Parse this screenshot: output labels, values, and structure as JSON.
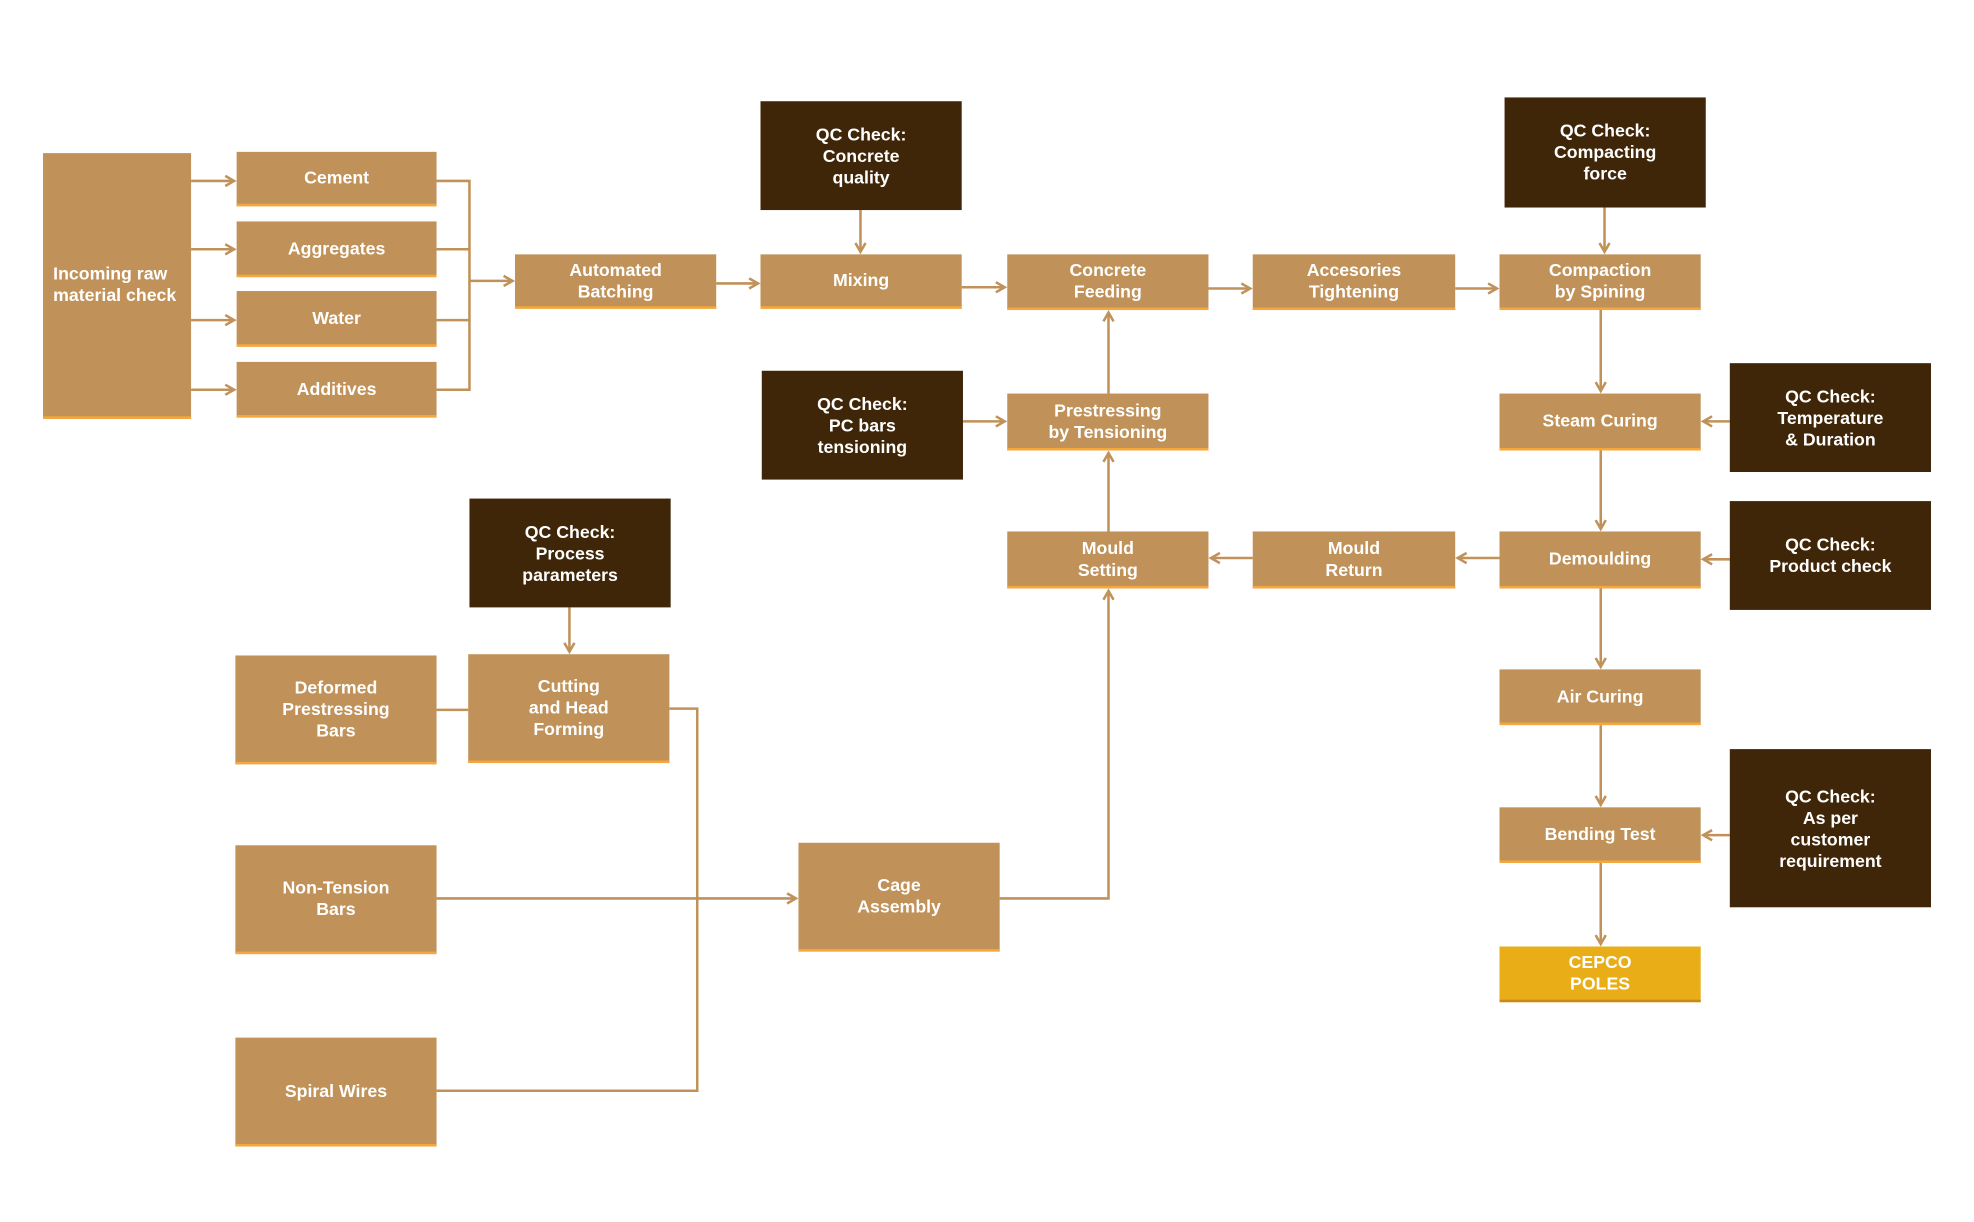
{
  "colors": {
    "step": "#c09259",
    "qc": "#402608",
    "final": "#e9ad17",
    "connector": "#c09259",
    "accent_border": "#f5a73a"
  },
  "nodes": {
    "incoming": "Incoming raw\nmaterial check",
    "cement": "Cement",
    "aggregates": "Aggregates",
    "water": "Water",
    "additives": "Additives",
    "batching": "Automated\nBatching",
    "mixing": "Mixing",
    "qc_concrete": "QC Check:\nConcrete\nquality",
    "feeding": "Concrete\nFeeding",
    "tightening": "Accesories\nTightening",
    "compaction": "Compaction\nby Spining",
    "qc_compacting": "QC Check:\nCompacting\nforce",
    "steam": "Steam Curing",
    "qc_temperature": "QC Check:\nTemperature\n& Duration",
    "demoulding": "Demoulding",
    "qc_product": "QC Check:\nProduct check",
    "air": "Air Curing",
    "bending": "Bending Test",
    "qc_customer": "QC Check:\nAs per\ncustomer\nrequirement",
    "cepco": "CEPCO\nPOLES",
    "prestressing": "Prestressing\nby Tensioning",
    "qc_pcbars": "QC Check:\nPC bars\ntensioning",
    "mould_setting": "Mould\nSetting",
    "mould_return": "Mould\nReturn",
    "qc_process": "QC Check:\nProcess\nparameters",
    "deformed": "Deformed\nPrestressing\nBars",
    "cutting": "Cutting\nand Head\nForming",
    "non_tension": "Non-Tension\nBars",
    "cage": "Cage\nAssembly",
    "spiral": "Spiral Wires"
  }
}
